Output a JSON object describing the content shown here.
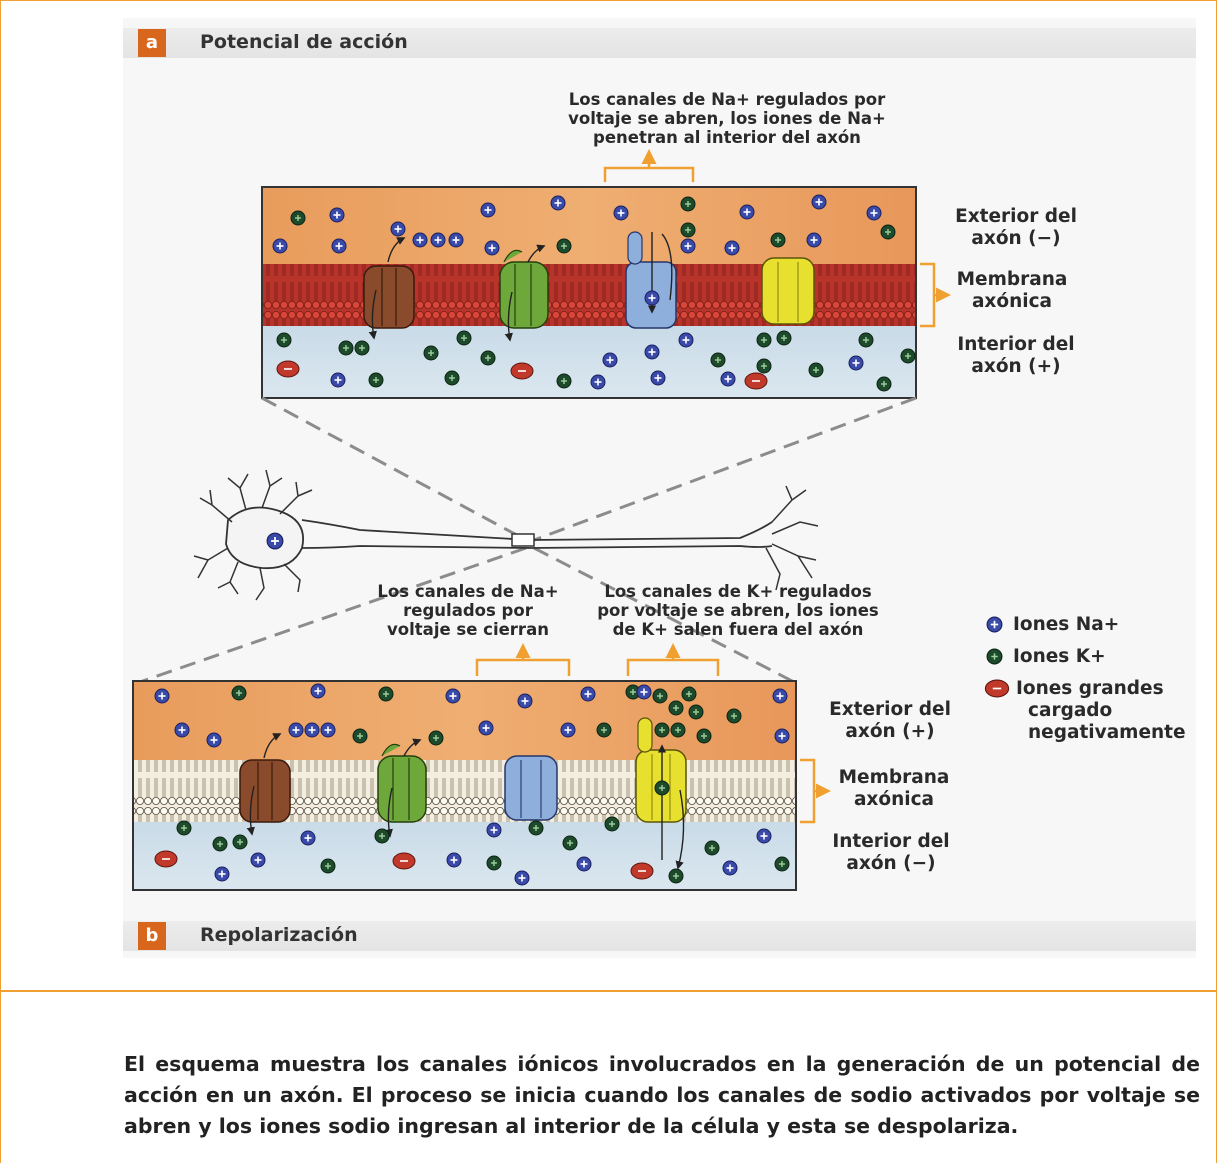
{
  "panel_a": {
    "letter": "a",
    "title": "Potencial de acción",
    "top_note": [
      "Los canales de Na+ regulados por",
      "voltaje se abren, los iones de Na+",
      "penetran al interior del axón"
    ],
    "exterior": [
      "Exterior del",
      "axón (−)"
    ],
    "membrane": [
      "Membrana",
      "axónica"
    ],
    "interior": [
      "Interior del",
      "axón (+)"
    ]
  },
  "panel_b": {
    "letter": "b",
    "title": "Repolarización",
    "note_left": [
      "Los canales de Na+",
      "regulados por",
      "voltaje se cierran"
    ],
    "note_right": [
      "Los canales de K+ regulados",
      "por voltaje se abren, los iones",
      "de K+ salen fuera del axón"
    ],
    "exterior": [
      "Exterior del",
      "axón (+)"
    ],
    "membrane": [
      "Membrana",
      "axónica"
    ],
    "interior": [
      "Interior del",
      "axón (−)"
    ]
  },
  "legend": {
    "na": "Iones Na+",
    "k": "Iones K+",
    "large": [
      "Iones grandes",
      "cargado",
      "negativamente"
    ]
  },
  "colors": {
    "exterior": "#e8a060",
    "interior": "#cfe0ec",
    "membrane_a": "#c0392b",
    "membrane_b": "#f4efe0",
    "na_ion": "#3a4aa8",
    "k_ion": "#1d4a2a",
    "large_ion": "#c0392b",
    "accent": "#f0a030"
  },
  "caption": "El esquema muestra los canales iónicos involucrados en la generación de un potencial de acción en un axón. El proceso se inicia cuando los canales de sodio activados por voltaje se abren y los iones sodio ingresan al interior de la célula y esta se despolariza."
}
